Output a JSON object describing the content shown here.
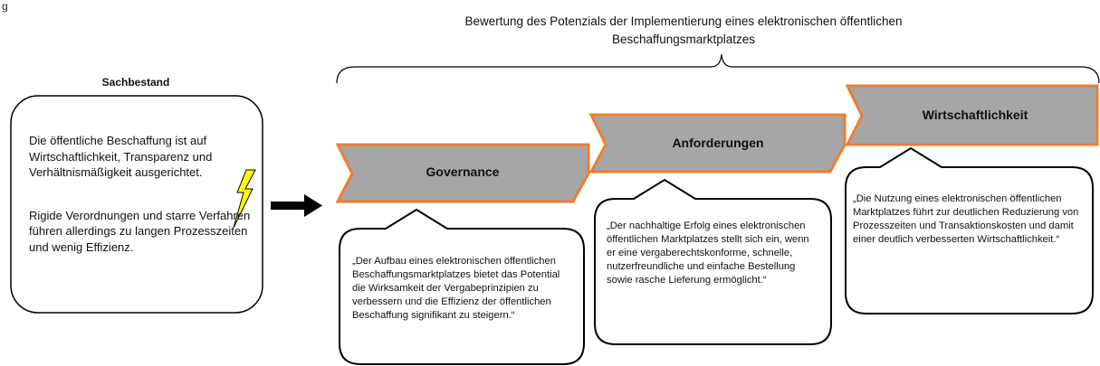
{
  "figure_label": "g",
  "title": "Bewertung des Potenzials der Implementierung eines elektronischen öffentlichen Beschaffungsmarktplatzes",
  "sachbestand": {
    "heading": "Sachbestand",
    "paragraph1": "Die öffentliche Beschaffung ist auf Wirtschaftlichkeit, Transparenz und Verhältnismäßigkeit ausgerichtet.",
    "paragraph2": "Rigide Verordnungen und starre Verfahren führen allerdings zu langen Prozesszeiten und wenig Effizienz."
  },
  "steps": [
    {
      "label": "Governance",
      "quote": "„Der Aufbau eines elektronischen öffentlichen Beschaffungsmarktplatzes bietet das Potential die Wirksamkeit der Vergabeprinzipien zu verbessern und die Effizienz der öffentlichen Beschaffung signifikant zu steigern.“"
    },
    {
      "label": "Anforderungen",
      "quote": "„Der nachhaltige Erfolg eines elektronischen öffentlichen Marktplatzes stellt sich ein, wenn er eine vergaberechtskonforme, schnelle, nutzerfreundliche und einfache Bestellung sowie rasche Lieferung ermöglicht.“"
    },
    {
      "label": "Wirtschaftlichkeit",
      "quote": "„Die Nutzung eines elektronischen öffentlichen Marktplatzes führt zur deutlichen Reduzierung von Prozesszeiten und Transaktionskosten und damit einer deutlich verbesserten Wirtschaftlichkeit.“"
    }
  ],
  "colors": {
    "banner_fill": "#a6a6a6",
    "banner_border": "#ed7d31",
    "lightning_fill": "#ffff00",
    "outline": "#000000"
  }
}
